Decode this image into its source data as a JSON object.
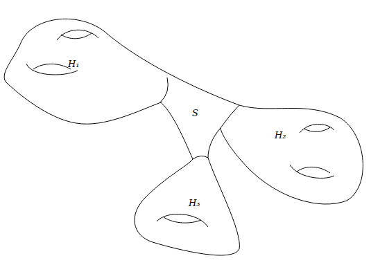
{
  "diagram": {
    "labels": [
      "H₁",
      "S",
      "H₂",
      "H₃"
    ]
  }
}
